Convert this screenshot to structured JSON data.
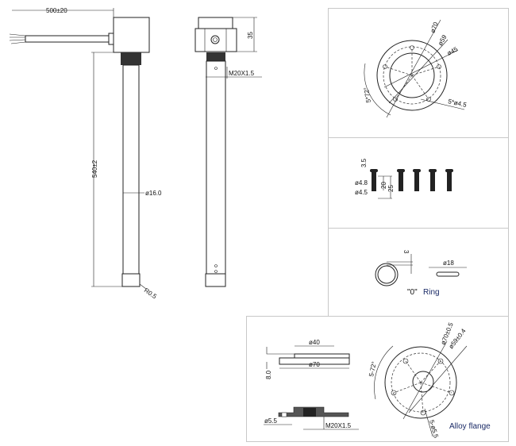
{
  "main_view": {
    "cable_length": "500±20",
    "probe_length": "540±2",
    "tube_diameter": "ø16.0",
    "tip_radius": "R0.5"
  },
  "side_view": {
    "head_height": "35",
    "thread": "M20X1.5"
  },
  "flange_top": {
    "d70": "ø70",
    "d59": "ø59",
    "d45": "ø45",
    "holes": "5*ø4.5",
    "angle": "5*72°"
  },
  "screws": {
    "head_height": "3.5",
    "head_dia": "ø4.8",
    "shank_dia": "ø4.5",
    "thread_len": "20",
    "total_len": "25"
  },
  "o_ring": {
    "thickness": "3",
    "diameter": "ø18",
    "label_quote": "\"0\"",
    "label": "Ring"
  },
  "alloy_flange": {
    "inner_dia": "ø40",
    "outer_dia": "ø70",
    "thickness": "8.0",
    "hole_dia": "ø5.5",
    "thread": "M20X1.5",
    "d70": "ø70±0.5",
    "d59": "ø59±0.4",
    "angle": "5-72°",
    "holes": "5-ø5.5",
    "title": "Alloy flange"
  }
}
